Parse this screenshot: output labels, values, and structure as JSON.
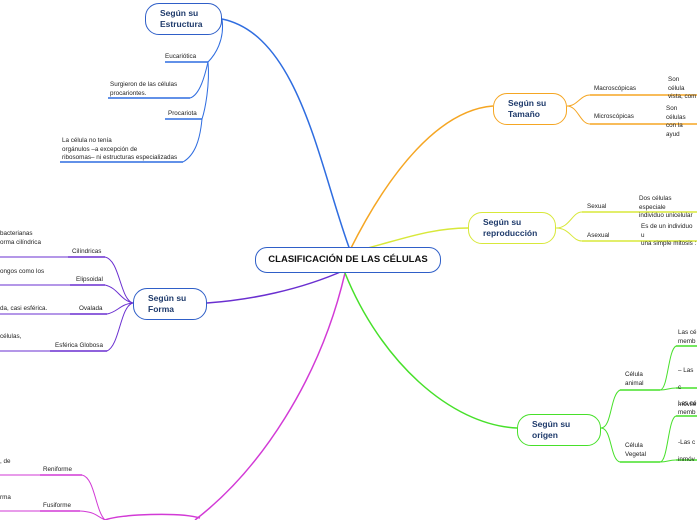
{
  "central": "CLASIFICACIÓN DE LAS CÉLULAS",
  "branches": {
    "estructura": {
      "title": "Según su\nEstructura",
      "items": [
        {
          "label": "Eucariótica"
        },
        {
          "label": "Surgieron de las células\nprocariontes."
        },
        {
          "label": "Procariota"
        },
        {
          "label": "La célula no tenía\norgánulos –a excepción de\nribosomas– ni estructuras especializadas"
        }
      ]
    },
    "forma": {
      "title": "Según su\nForma",
      "items": [
        {
          "label": "Cilíndricas",
          "desc": "bacterianas\norma cilíndrica"
        },
        {
          "label": "Elipsoidal",
          "desc": "ongos como los"
        },
        {
          "label": "Ovalada",
          "desc": "da, casi esférica."
        },
        {
          "label": "Esférica Globosa",
          "desc": "células,"
        }
      ]
    },
    "origen_bottom": {
      "items": [
        {
          "label": "Reniforme",
          "desc": ", de"
        },
        {
          "label": "Fusiforme",
          "desc": "rma"
        }
      ]
    },
    "tamano": {
      "title": "Según su\nTamaño",
      "items": [
        {
          "label": "Macroscópicas",
          "desc": "Son célula\nvista, com"
        },
        {
          "label": "Microscópicas",
          "desc": "Son células\ncon la ayud"
        }
      ]
    },
    "reproduccion": {
      "title": "Según su\nreproducción",
      "items": [
        {
          "label": "Sexual",
          "desc": "Dos células especiale\nindividuo unicelular"
        },
        {
          "label": "Asexual",
          "desc": "Es de un individuo u\nuna simple mitosis :"
        }
      ]
    },
    "origen": {
      "title": "Según su\norigen",
      "items": [
        {
          "label": "Célula\nanimal",
          "desc1": "Las cé\nmemb",
          "desc2": "– Las c\nmóvile"
        },
        {
          "label": "Célula\nVegetal",
          "desc1": "Las cé\nmemb",
          "desc2": "-Las c\ninmóv"
        }
      ]
    }
  },
  "colors": {
    "estructura": "#2f6de0",
    "forma": "#6a2fd0",
    "bottom": "#d23ad6",
    "tamano": "#f5a623",
    "reproduccion": "#d8e83a",
    "origen": "#47e02a",
    "node_border": "#2f5fc8"
  }
}
